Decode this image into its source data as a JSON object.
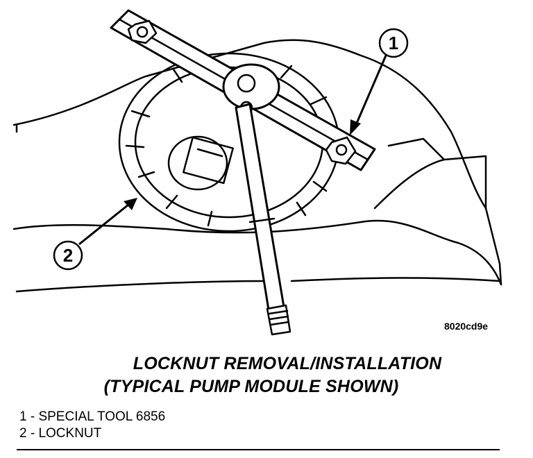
{
  "callouts": [
    {
      "number": "1"
    },
    {
      "number": "2"
    }
  ],
  "figure_id": "8020cd9e",
  "caption": {
    "line1": "LOCKNUT REMOVAL/INSTALLATION",
    "line2": "(TYPICAL PUMP MODULE SHOWN)"
  },
  "legend": [
    {
      "text": "1 - SPECIAL TOOL 6856"
    },
    {
      "text": "2 - LOCKNUT"
    }
  ]
}
